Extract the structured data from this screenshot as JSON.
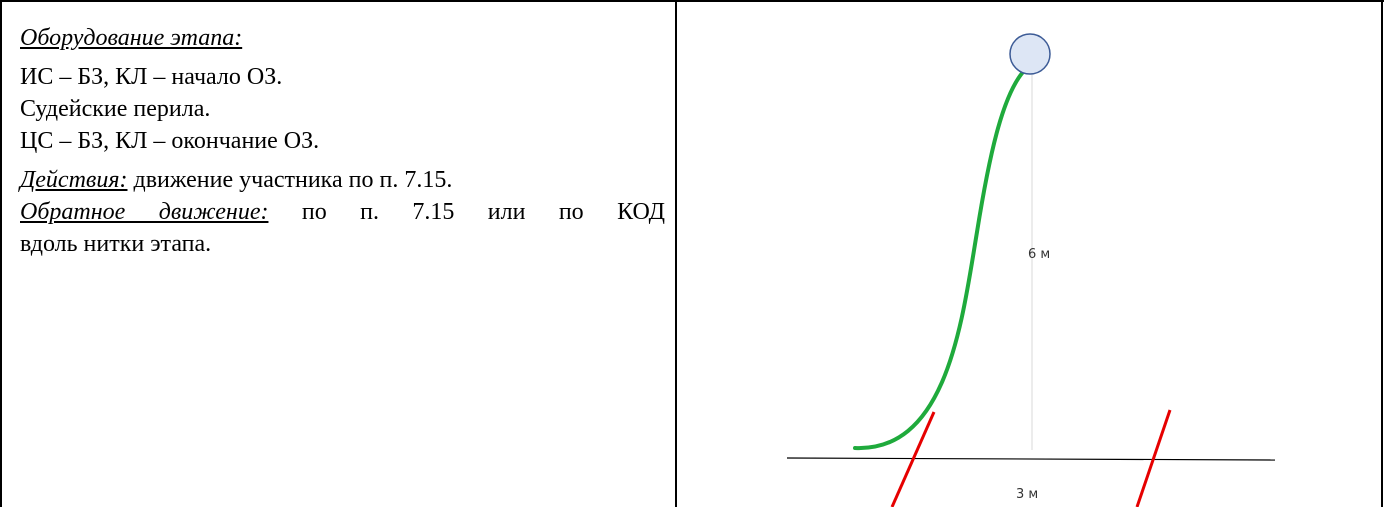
{
  "left": {
    "equipment_label": "Оборудование этапа:",
    "line1": "ИС – БЗ, КЛ – начало ОЗ.",
    "line2": "Судейские перила.",
    "line3": "ЦС – БЗ, КЛ – окончание ОЗ.",
    "actions_label": "Действия:",
    "actions_text": " движение участника по п. 7.15.",
    "return_label": "Обратное движение:",
    "return_text_1": " по п. 7.15 или по КОД",
    "return_text_2": "вдоль нитки этапа."
  },
  "diagram": {
    "height_label": "6 м",
    "width_label": "3 м",
    "colors": {
      "rope": "#1faa3c",
      "stakes": "#e60000",
      "circle_fill": "#dde6f5",
      "circle_stroke": "#3c5b96"
    }
  }
}
